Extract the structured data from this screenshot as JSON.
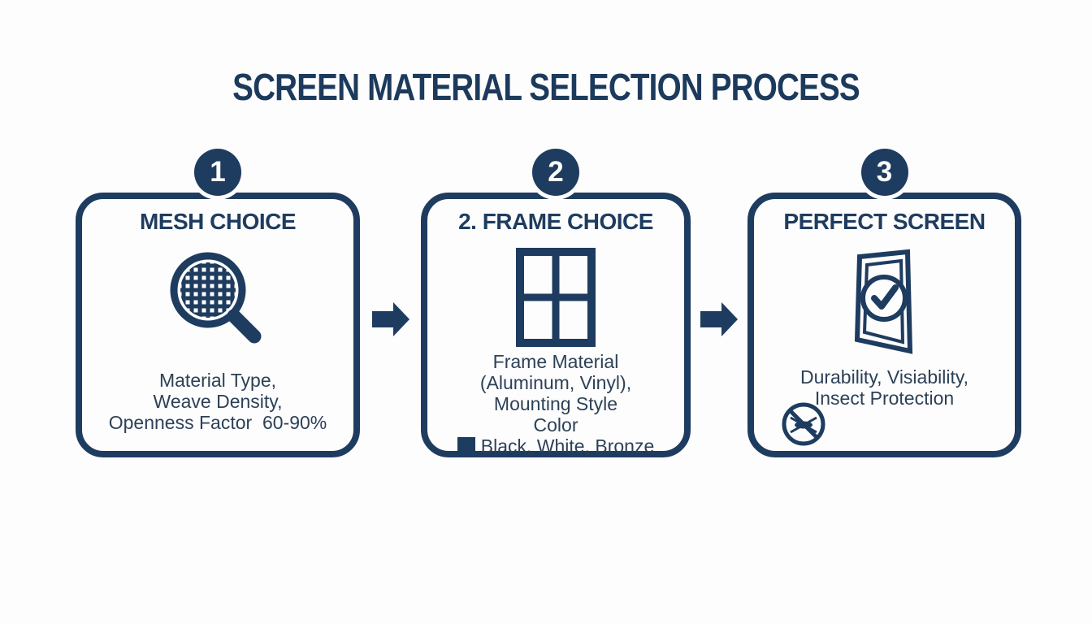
{
  "title": "SCREEN MATERIAL SELECTION PROCESS",
  "colors": {
    "navy": "#1e3c5f",
    "title_navy": "#1c3a5c",
    "body_text": "#2d4156",
    "background": "#fdfdfe"
  },
  "steps": [
    {
      "badge": "1",
      "title": "MESH CHOICE",
      "icon": "mesh-magnifier-icon",
      "lines": [
        "Material Type,",
        "Weave Density,",
        "Openness Factor  60-90%"
      ]
    },
    {
      "badge": "2",
      "title": "2. FRAME CHOICE",
      "icon": "window-frame-icon",
      "lines": [
        "Frame Material",
        "(Aluminum, Vinyl),",
        "Mounting Style",
        "Color"
      ],
      "swatch_label": "Black, White, Bronze"
    },
    {
      "badge": "3",
      "title": "PERFECT SCREEN",
      "icon": "screen-check-icon",
      "lines": [
        "Durability, Visiability,",
        "Insect Protection"
      ],
      "extra_icon": "no-insects-icon"
    }
  ]
}
